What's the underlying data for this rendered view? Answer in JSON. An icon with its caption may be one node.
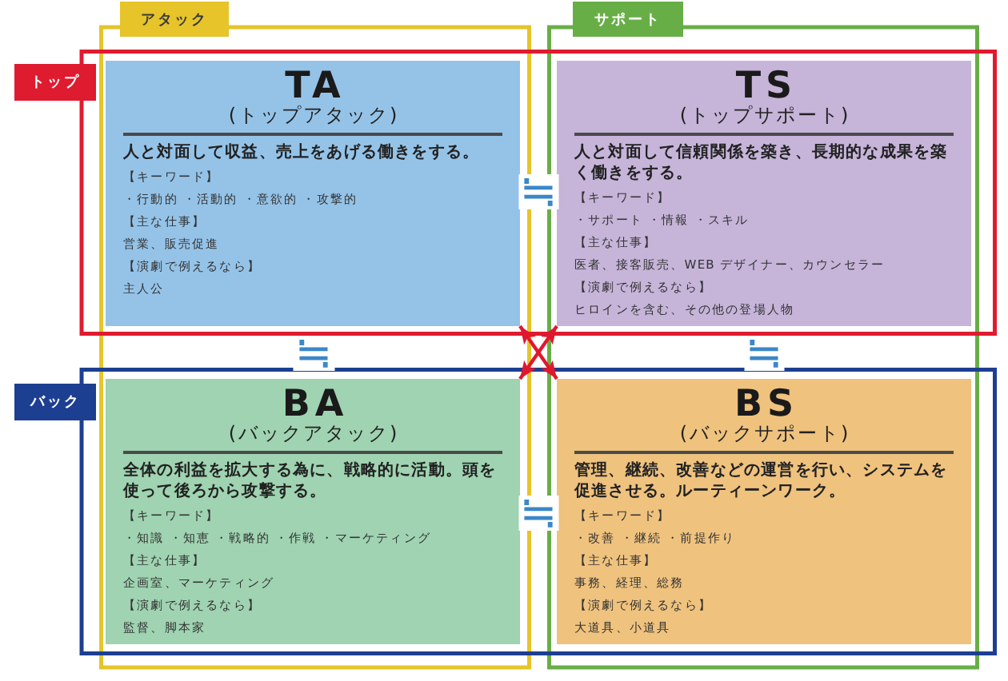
{
  "diagram": {
    "nodes": [
      {
        "text": [
          "アタック"
        ]
      },
      {
        "text": [
          "サポート"
        ]
      },
      {
        "text": [
          "トップ"
        ]
      },
      {
        "text": [
          "TA",
          "(トップアタック)",
          "人と対面して収益、売上をあげる働きをする。",
          "【キーワード】",
          "・行動的 ・活動的 ・意欲的 ・攻撃的",
          "【主な仕事】",
          "営業、販売促進",
          "【演劇で例えるなら】",
          "主人公"
        ]
      },
      {
        "text": [
          "TS",
          "(トップサポート)",
          "人と対面して信頼関係を築き、長期的な成果を築く働きをする。",
          "【キーワード】",
          "・サポート ・情報 ・スキル",
          "【主な仕事】",
          "医者、接客販売、WEB デザイナー、カウンセラー",
          "【演劇で例えるなら】",
          "ヒロインを含む、その他の登場人物"
        ]
      },
      {
        "text": [
          "バック"
        ]
      },
      {
        "text": [
          "BA",
          "(バックアタック)",
          "全体の利益を拡大する為に、戦略的に活動。頭を使って後ろから攻撃する。",
          "【キーワード】",
          "・知識 ・知恵 ・戦略的 ・作戦 ・マーケティング",
          "【主な仕事】",
          "企画室、マーケティング",
          "【演劇で例えるなら】",
          "監督、脚本家"
        ]
      },
      {
        "text": [
          "BS",
          "(バックサポート)",
          "管理、継続、改善などの運営を行い、システムを促進させる。ルーティーンワーク。",
          "【キーワード】",
          "・改善 ・継続 ・前提作り",
          "【主な仕事】",
          "事務、経理、総務",
          "【演劇で例えるなら】",
          "大道具、小道具"
        ]
      }
    ],
    "edges": [
      {
        "from": 3,
        "to": 7,
        "arrow": "both"
      },
      {
        "from": 4,
        "to": 6,
        "arrow": "both"
      }
    ],
    "labels": [
      "≒",
      "≒",
      "≒",
      "≒"
    ]
  }
}
